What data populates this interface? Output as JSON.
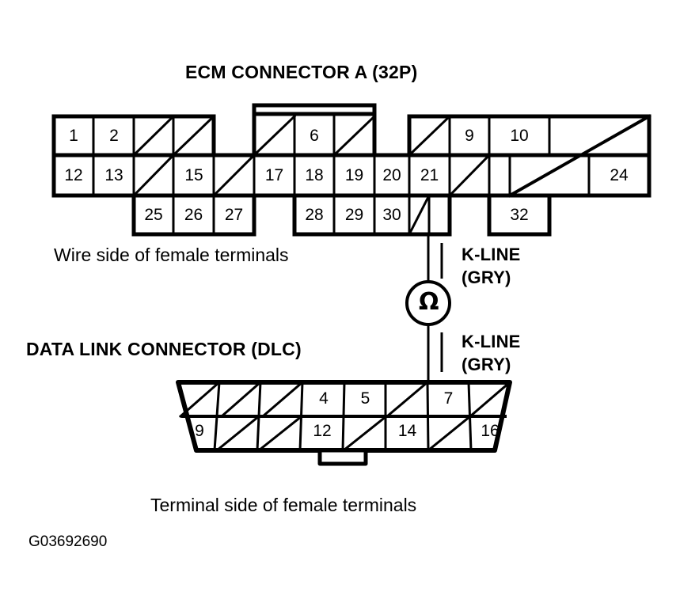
{
  "page": {
    "background_color": "#ffffff",
    "line_color": "#000000",
    "figure_code": "G03692690"
  },
  "ecm_connector": {
    "title": "ECM CONNECTOR A (32P)",
    "caption": "Wire side of female terminals",
    "kline_label_line1": "K-LINE",
    "kline_label_line2": "(GRY)",
    "top_row_pins": [
      "1",
      "2",
      "",
      "",
      "",
      "6",
      "",
      "",
      "9",
      "10",
      "",
      ""
    ],
    "middle_row_pins": [
      "12",
      "13",
      "",
      "15",
      "",
      "17",
      "18",
      "19",
      "20",
      "21",
      "",
      "",
      "",
      "24"
    ],
    "bottom_row_pins": [
      "25",
      "26",
      "27",
      "28",
      "29",
      "30",
      "",
      "",
      "32"
    ],
    "labeled_pins": [
      "1",
      "2",
      "6",
      "9",
      "10",
      "12",
      "13",
      "15",
      "17",
      "18",
      "19",
      "20",
      "21",
      "24",
      "25",
      "26",
      "27",
      "28",
      "29",
      "30",
      "32"
    ]
  },
  "dlc_connector": {
    "title": "DATA LINK CONNECTOR (DLC)",
    "caption": "Terminal side of female terminals",
    "kline_label_line1": "K-LINE",
    "kline_label_line2": "(GRY)",
    "top_row_pins": [
      "",
      "",
      "",
      "4",
      "5",
      "",
      "7",
      ""
    ],
    "bottom_row_pins": [
      "9",
      "",
      "",
      "12",
      "",
      "14",
      "",
      "16"
    ],
    "labeled_pins": [
      "4",
      "5",
      "7",
      "9",
      "12",
      "14",
      "16"
    ]
  },
  "meter": {
    "symbol": "Ω",
    "name": "ohmmeter"
  }
}
